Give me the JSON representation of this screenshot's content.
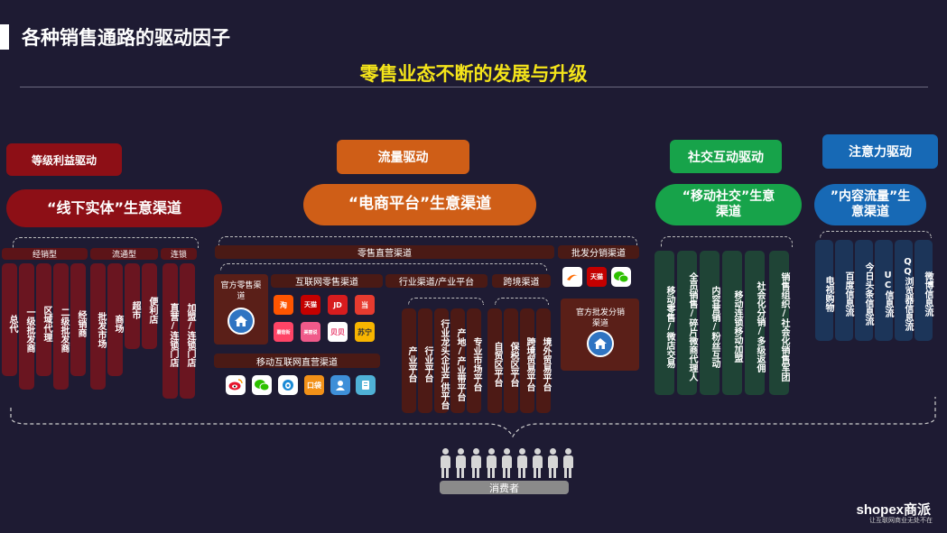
{
  "page": {
    "title": "各种销售通路的驱动因子",
    "subtitle": "零售业态不断的发展与升级"
  },
  "colors": {
    "background": "#1e1b33",
    "subtitle": "#f4e41a",
    "offline": "#8d0f16",
    "ecommerce": "#cf5e17",
    "social": "#17a34a",
    "attention": "#1769b5"
  },
  "drivers": [
    {
      "tag": "等级利益驱动",
      "pill": "“线下实体”生意渠道"
    },
    {
      "tag": "流量驱动",
      "pill": "“电商平台”生意渠道"
    },
    {
      "tag": "社交互动驱动",
      "pill": "“移动社交”生意渠道"
    },
    {
      "tag": "注意力驱动",
      "pill": "”内容流量”生意渠道"
    }
  ],
  "offline": {
    "groups": [
      "经销型",
      "流通型",
      "连锁"
    ],
    "cols": [
      "总代",
      "一级批发商",
      "区域代理",
      "二级批发商",
      "经销商",
      "批发市场",
      "商场",
      "超市",
      "便利店",
      "直营/连锁门店",
      "加盟/连锁门店"
    ]
  },
  "ecommerce": {
    "retail_header": "零售直营渠道",
    "wholesale_header": "批发分销渠道",
    "official_retail": "官方零售渠道",
    "internet_retail": "互联网零售渠道",
    "industry_platform": "行业渠道/产业平台",
    "cross_border": "跨境渠道",
    "mobile_retail": "移动互联网直营渠道",
    "official_wholesale": "官方批发分销渠道",
    "industry_cols": [
      "产业平台",
      "行业平台",
      "行业龙头企业产供平台",
      "产地/产业带平台",
      "专业市场平台"
    ],
    "cross_cols": [
      "自贸区平台",
      "保税区平台",
      "跨境贸易平台",
      "境外贸易平台"
    ],
    "marketplace_icons": [
      "淘",
      "天猫",
      "JD",
      "当",
      "蘑菇街",
      "美丽说",
      "贝贝",
      "苏宁"
    ],
    "mobile_icons": [
      "weibo-icon",
      "wechat-icon",
      "qq-icon",
      "koudai-icon",
      "contacts-icon",
      "app-icon"
    ],
    "wholesale_icons": [
      "1688-icon",
      "tmall-icon",
      "wechat-icon"
    ],
    "icon_labels": {
      "koudai": "口袋"
    }
  },
  "social": {
    "cols": [
      "移动零售/微店交易",
      "全员销售/碎片微商代理人",
      "内容营销/粉丝互动",
      "移动连锁移动加盟",
      "社会化分销/多级返佣",
      "销售组织/社会化销售军团"
    ]
  },
  "attention": {
    "cols": [
      "电视购物",
      "百度信息流",
      "今日头条信息流",
      "UC信息流",
      "QQ浏览器信息流",
      "微博信息流"
    ]
  },
  "consumer": {
    "label": "消费者"
  },
  "logo": {
    "main": "shopex商派",
    "sub": "让互联网商业无处不在"
  }
}
